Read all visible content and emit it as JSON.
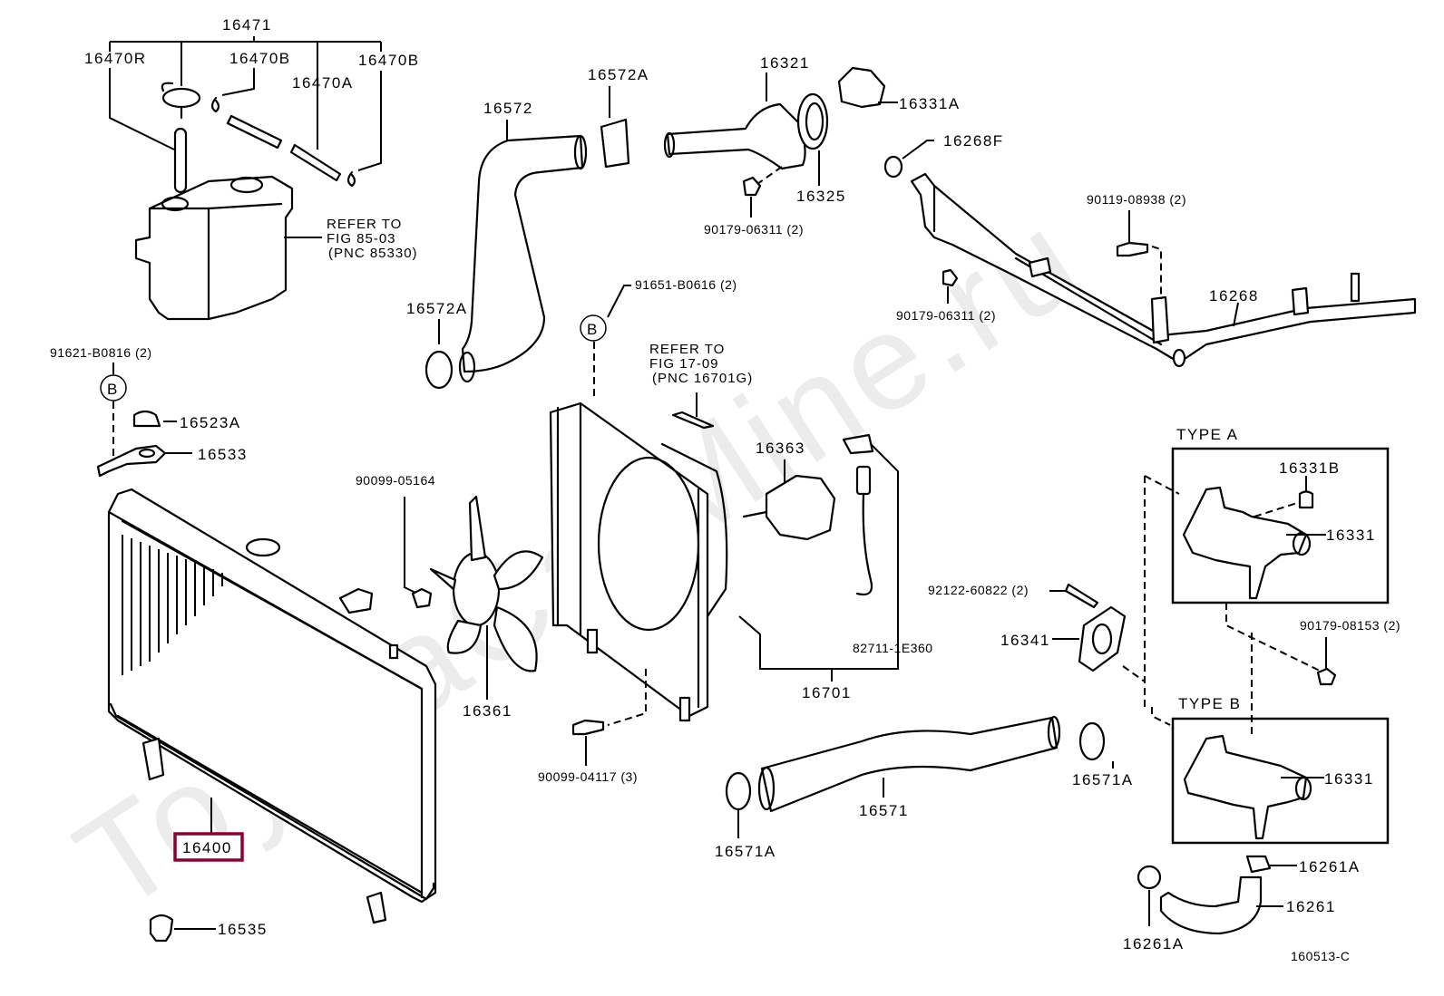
{
  "diagram": {
    "title": "Radiator & Water Outlet parts diagram",
    "watermark": "ToyotaCarMine.ru",
    "figure_code": "160513-C",
    "highlighted_part": "16400",
    "highlight_color": "#8b0033",
    "labels": {
      "p16471": "16471",
      "p16470R": "16470R",
      "p16470B_1": "16470B",
      "p16470B_2": "16470B",
      "p16470A": "16470A",
      "reservoir_ref_1": "REFER TO",
      "reservoir_ref_2": "FIG 85-03",
      "reservoir_ref_3": "(PNC 85330)",
      "p91621": "91621-B0816 (2)",
      "markB_1": "B",
      "p16523A": "16523A",
      "p16533": "16533",
      "p16400": "16400",
      "p16535": "16535",
      "p16572": "16572",
      "p16572A_top": "16572A",
      "p16572A_bottom": "16572A",
      "p16321": "16321",
      "p16331A": "16331A",
      "p16325": "16325",
      "p90179_06311_a": "90179-06311 (2)",
      "p16268F": "16268F",
      "p90119": "90119-08938 (2)",
      "p90179_06311_b": "90179-06311 (2)",
      "p16268": "16268",
      "p91651": "91651-B0616 (2)",
      "markB_2": "B",
      "fan_ref_1": "REFER TO",
      "fan_ref_2": "FIG 17-09",
      "fan_ref_3": "(PNC 16701G)",
      "p90099_05164": "90099-05164",
      "p16361": "16361",
      "p16363": "16363",
      "p82711": "82711-1E360",
      "p16701": "16701",
      "p90099_04117": "90099-04117 (3)",
      "p16571": "16571",
      "p16571A_left": "16571A",
      "p16571A_right": "16571A",
      "p92122": "92122-60822 (2)",
      "p16341": "16341",
      "typeA": "TYPE  A",
      "p16331B": "16331B",
      "p16331_a": "16331",
      "p90179_08153": "90179-08153 (2)",
      "typeB": "TYPE  B",
      "p16331_b": "16331",
      "p16261A_top": "16261A",
      "p16261": "16261",
      "p16261A_bottom": "16261A"
    }
  }
}
